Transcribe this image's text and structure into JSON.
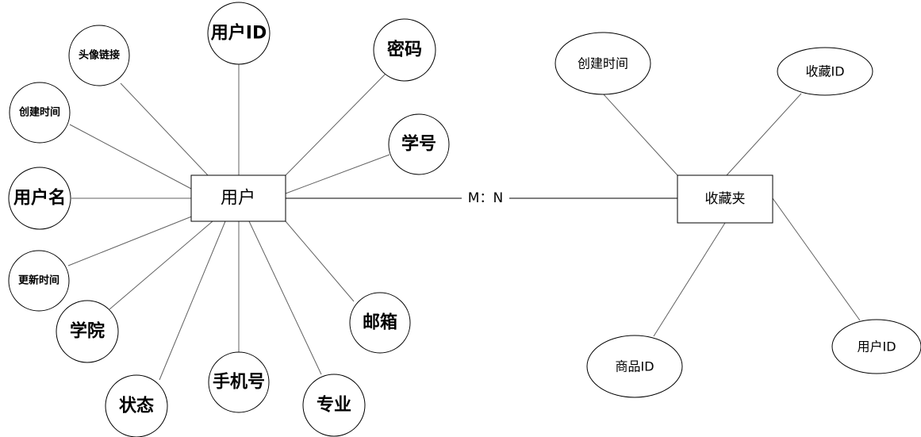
{
  "relationship": {
    "label": "M：N"
  },
  "entities": [
    {
      "name": "用户",
      "attributes": [
        "用户ID",
        "密码",
        "学号",
        "邮箱",
        "专业",
        "手机号",
        "状态",
        "学院",
        "更新时间",
        "用户名",
        "创建时间",
        "头像链接"
      ]
    },
    {
      "name": "收藏夹",
      "attributes": [
        "创建时间",
        "收藏ID",
        "用户ID",
        "商品ID"
      ]
    }
  ]
}
